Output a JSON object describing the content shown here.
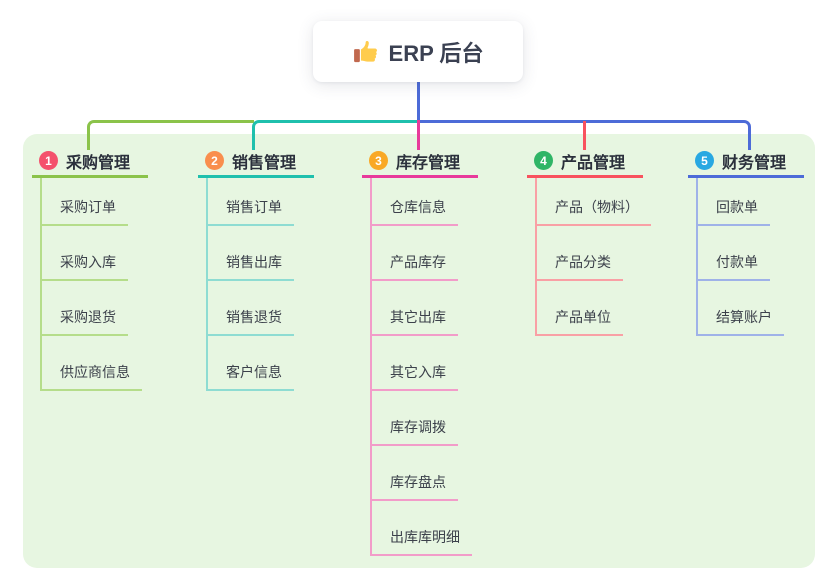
{
  "canvas": {
    "background": "#ffffff",
    "panel_background": "#e7f6e1",
    "root_stem_color": "#4d6bd8"
  },
  "root": {
    "label": "ERP 后台",
    "icon": "thumbs-up-icon"
  },
  "branches": [
    {
      "number": "1",
      "title": "采购管理",
      "circle_color": "#f4516c",
      "line_color": "#8bc34a",
      "child_line_color": "#b5dd8a",
      "children": [
        "采购订单",
        "采购入库",
        "采购退货",
        "供应商信息"
      ]
    },
    {
      "number": "2",
      "title": "销售管理",
      "circle_color": "#f98e4d",
      "line_color": "#1fc0ad",
      "child_line_color": "#8edcd2",
      "children": [
        "销售订单",
        "销售出库",
        "销售退货",
        "客户信息"
      ]
    },
    {
      "number": "3",
      "title": "库存管理",
      "circle_color": "#f9a825",
      "line_color": "#e83a9b",
      "child_line_color": "#f29cc9",
      "children": [
        "仓库信息",
        "产品库存",
        "其它出库",
        "其它入库",
        "库存调拨",
        "库存盘点",
        "出库库明细"
      ]
    },
    {
      "number": "4",
      "title": "产品管理",
      "circle_color": "#2fb566",
      "line_color": "#f8525e",
      "child_line_color": "#f9a0a5",
      "children": [
        "产品（物料）",
        "产品分类",
        "产品单位"
      ]
    },
    {
      "number": "5",
      "title": "财务管理",
      "circle_color": "#28a8e2",
      "line_color": "#4d6bd8",
      "child_line_color": "#9fb2e8",
      "children": [
        "回款单",
        "付款单",
        "结算账户"
      ]
    }
  ]
}
